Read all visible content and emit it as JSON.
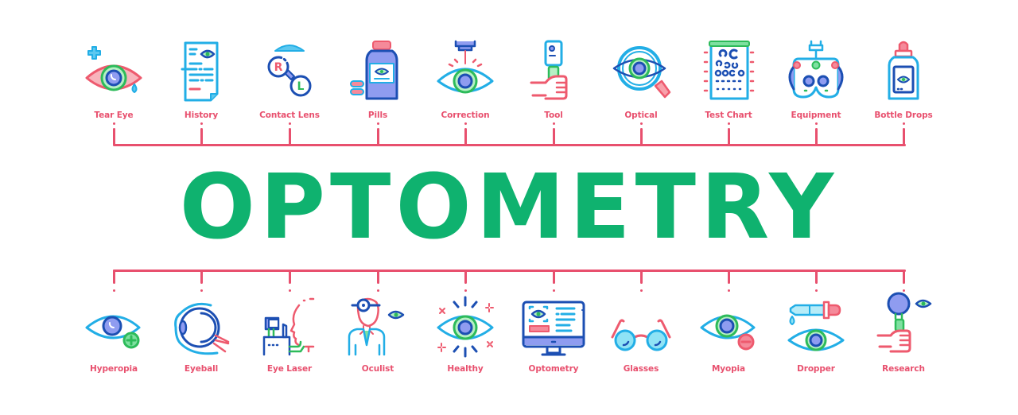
{
  "title": "OPTOMETRY",
  "colors": {
    "title": "#0fb26f",
    "line": "#e8506e",
    "label": "#e8506e",
    "blue_light": "#22aee6",
    "blue_dark": "#1c4fb3",
    "green": "#2dbb5a",
    "red": "#ee5a6e",
    "lavender": "#8f9cf0",
    "pink_fill": "#f8b4bc"
  },
  "top_row": [
    {
      "label": "Tear Eye",
      "icon": "tear-eye-icon"
    },
    {
      "label": "History",
      "icon": "history-document-icon"
    },
    {
      "label": "Contact Lens",
      "icon": "contact-lens-icon"
    },
    {
      "label": "Pills",
      "icon": "pills-bottle-icon"
    },
    {
      "label": "Correction",
      "icon": "laser-correction-icon"
    },
    {
      "label": "Tool",
      "icon": "hand-tool-icon"
    },
    {
      "label": "Optical",
      "icon": "magnifier-eye-icon"
    },
    {
      "label": "Test Chart",
      "icon": "test-chart-icon"
    },
    {
      "label": "Equipment",
      "icon": "phoropter-equipment-icon"
    },
    {
      "label": "Bottle Drops",
      "icon": "eye-drops-bottle-icon"
    }
  ],
  "bottom_row": [
    {
      "label": "Hyperopia",
      "icon": "hyperopia-eye-plus-icon"
    },
    {
      "label": "Eyeball",
      "icon": "eyeball-anatomy-icon"
    },
    {
      "label": "Eye Laser",
      "icon": "eye-laser-machine-icon"
    },
    {
      "label": "Oculist",
      "icon": "oculist-doctor-icon"
    },
    {
      "label": "Healthy",
      "icon": "healthy-eye-icon"
    },
    {
      "label": "Optometry",
      "icon": "optometry-monitor-icon"
    },
    {
      "label": "Glasses",
      "icon": "glasses-icon"
    },
    {
      "label": "Myopia",
      "icon": "myopia-eye-minus-icon"
    },
    {
      "label": "Dropper",
      "icon": "dropper-eye-icon"
    },
    {
      "label": "Research",
      "icon": "research-magnifier-hand-icon"
    }
  ],
  "contact_lens_letters": {
    "right": "R",
    "left": "L"
  }
}
